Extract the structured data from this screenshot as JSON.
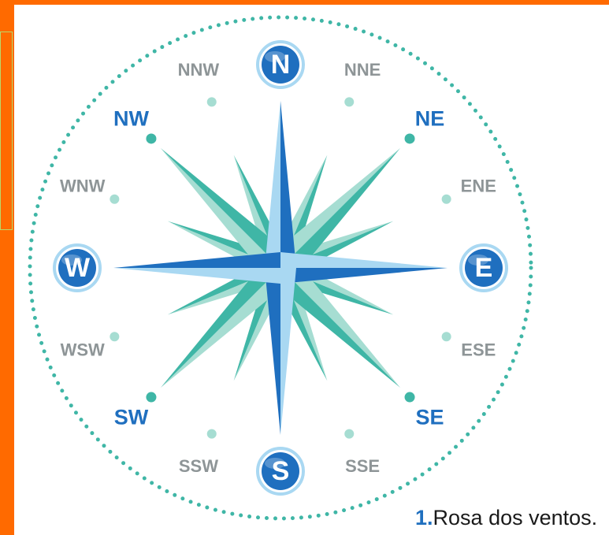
{
  "directions": {
    "cardinal": [
      "N",
      "E",
      "S",
      "W"
    ],
    "intercardinal": [
      "NE",
      "SE",
      "SW",
      "NW"
    ],
    "secondary": [
      "NNE",
      "ENE",
      "ESE",
      "SSE",
      "SSW",
      "WSW",
      "WNW",
      "NNW"
    ]
  },
  "caption": {
    "number": "1.",
    "text": "Rosa dos ventos."
  },
  "colors": {
    "frame": "#ff6a00",
    "dark_blue": "#1f6fbf",
    "light_blue": "#a9d8f2",
    "dark_teal": "#3fb6a6",
    "light_teal": "#a6ddd2",
    "dots": "#3fb6a6",
    "minor_label": "#8e9597"
  },
  "icons": {
    "cardinal_badge": "circle-badge-icon",
    "point_marker": "dot-icon"
  }
}
